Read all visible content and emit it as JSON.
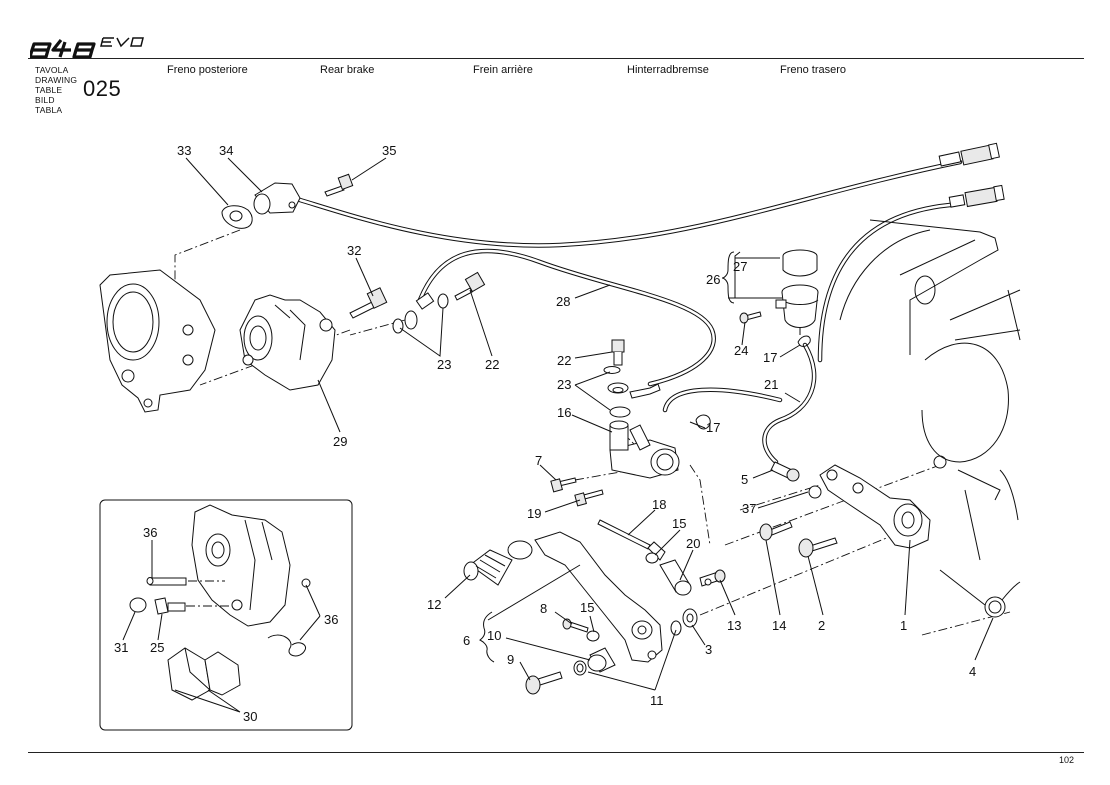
{
  "header": {
    "brand": "848",
    "brand_suffix": "EVO",
    "table_words": [
      "TAVOLA",
      "DRAWING",
      "TABLE",
      "BILD",
      "TABLA"
    ],
    "plate_number": "025",
    "titles": {
      "it": "Freno posteriore",
      "en": "Rear brake",
      "fr": "Frein arrière",
      "de": "Hinterradbremse",
      "es": "Freno trasero"
    }
  },
  "footer": {
    "page_number": "102"
  },
  "callouts": {
    "c33": "33",
    "c34": "34",
    "c35": "35",
    "c32": "32",
    "c23a": "23",
    "c22a": "22",
    "c29": "29",
    "c28": "28",
    "c27": "27",
    "c26": "26",
    "c24": "24",
    "c17a": "17",
    "c21": "21",
    "c22b": "22",
    "c23b": "23",
    "c16": "16",
    "c17b": "17",
    "c7": "7",
    "c19": "19",
    "c18": "18",
    "c5": "5",
    "c37": "37",
    "c15a": "15",
    "c20": "20",
    "c12": "12",
    "c13": "13",
    "c14": "14",
    "c2": "2",
    "c1": "1",
    "c8": "8",
    "c15b": "15",
    "c6": "6",
    "c10": "10",
    "c9": "9",
    "c3": "3",
    "c11": "11",
    "c4": "4",
    "c36a": "36",
    "c36b": "36",
    "c31": "31",
    "c25": "25",
    "c30": "30"
  }
}
